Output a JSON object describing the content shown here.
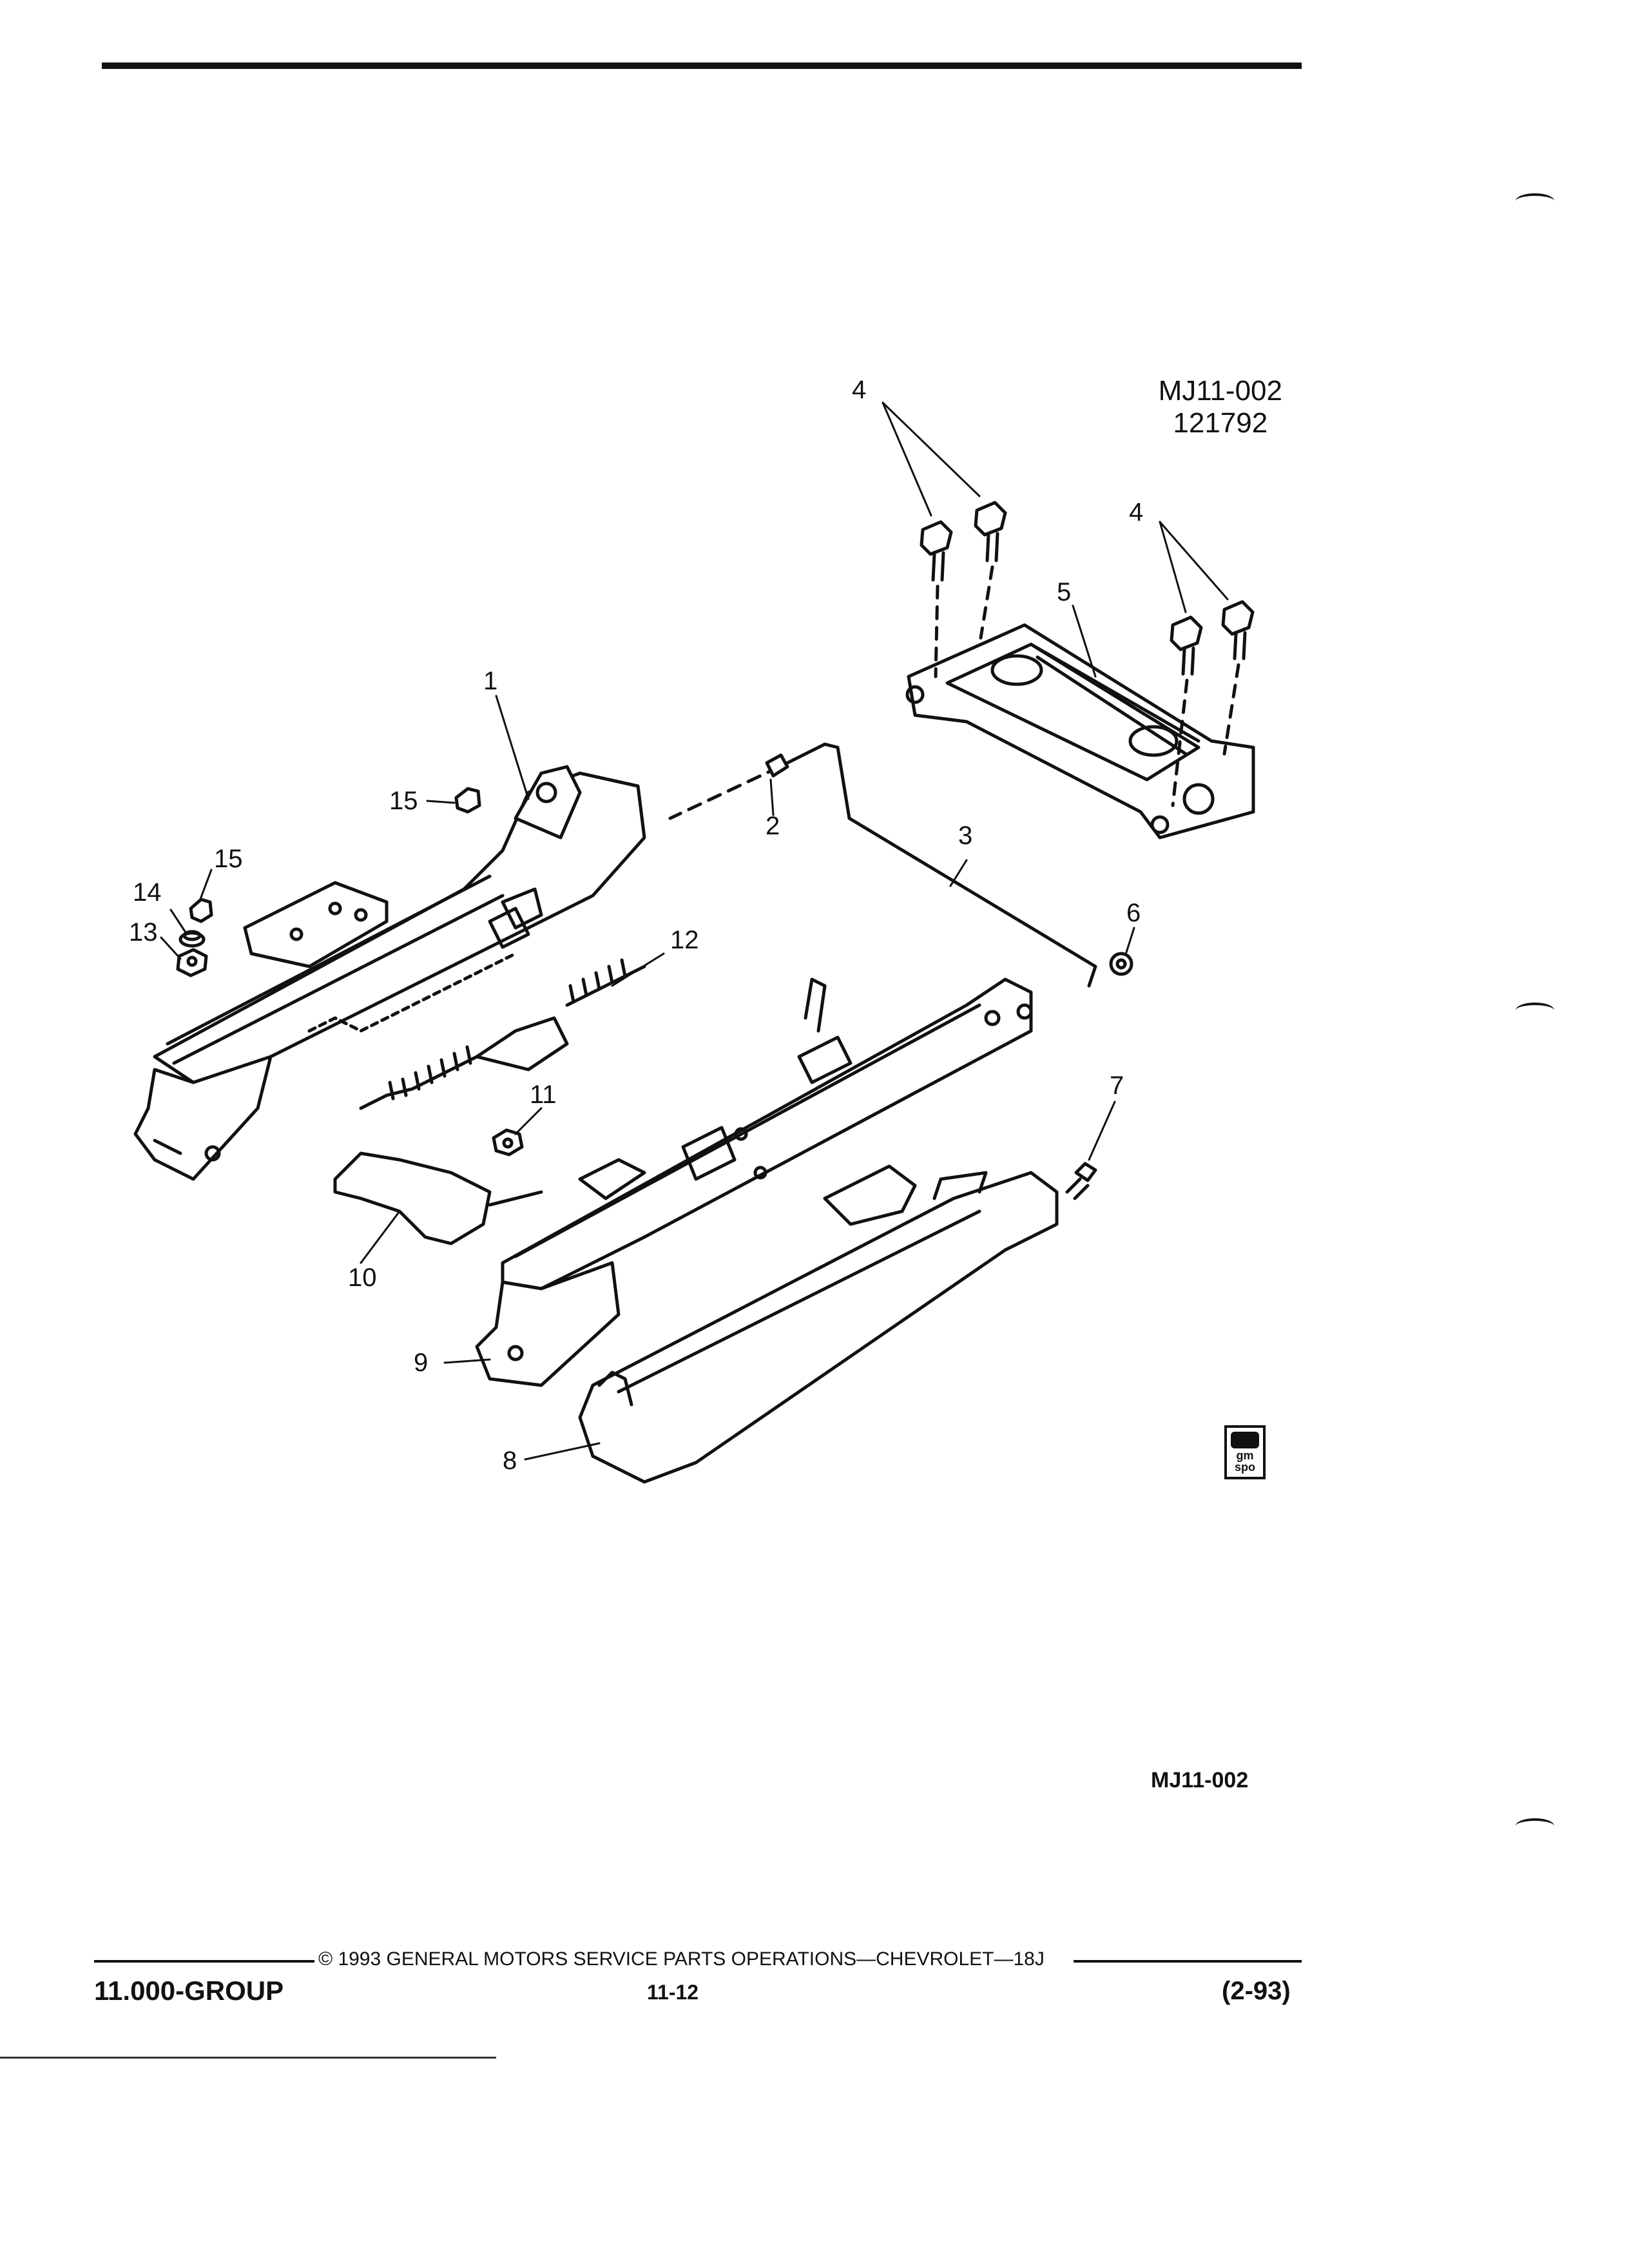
{
  "figure": {
    "id_line1": "MJ11-002",
    "id_line2": "121792",
    "code": "MJ11-002"
  },
  "callouts": {
    "c1": "1",
    "c2": "2",
    "c3": "3",
    "c4a": "4",
    "c4b": "4",
    "c5": "5",
    "c6": "6",
    "c7": "7",
    "c8": "8",
    "c9": "9",
    "c10": "10",
    "c11": "11",
    "c12": "12",
    "c13": "13",
    "c14": "14",
    "c15a": "15",
    "c15b": "15"
  },
  "logo": {
    "line1": "gm",
    "line2": "spo"
  },
  "footer": {
    "copyright": "© 1993 GENERAL MOTORS SERVICE PARTS OPERATIONS—CHEVROLET—18J",
    "group": "11.000-GROUP",
    "page": "11-12",
    "revision": "(2-93)"
  }
}
